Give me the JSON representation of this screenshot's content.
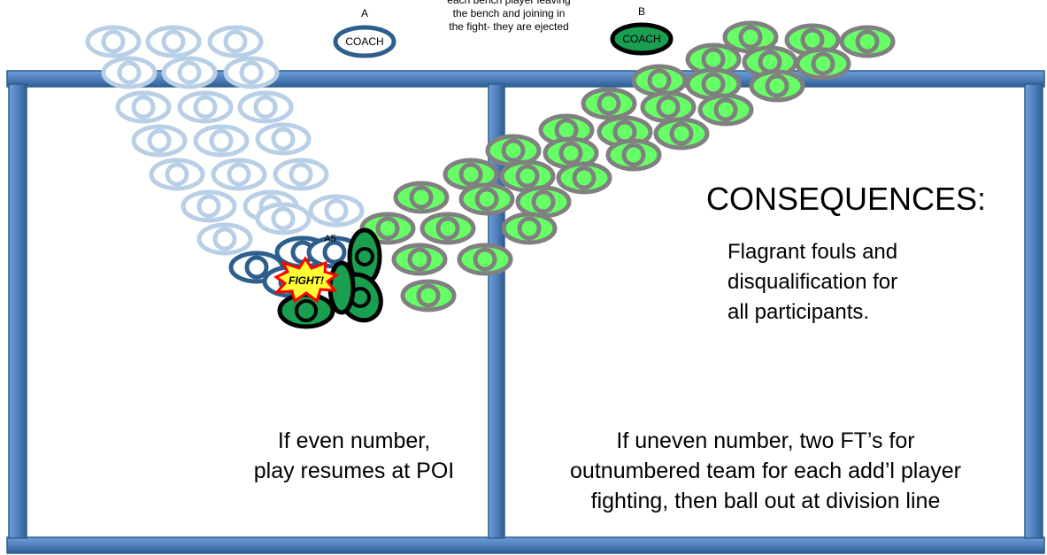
{
  "bench_note": "each bench player leaving\nthe bench and joining in\nthe fight- they are ejected",
  "team_a": {
    "label": "A",
    "coach": "COACH",
    "color": "#2e5f8c",
    "bench_color": "#b8cfe6"
  },
  "team_b": {
    "label": "B",
    "coach": "COACH",
    "color": "#000000",
    "player_fill": "#66ff66",
    "player_ring": "#808080"
  },
  "player_label": "A5",
  "fight_label": "FIGHT!",
  "consequences_title": "CONSEQUENCES:",
  "consequences_text": "Flagrant fouls and\ndisqualification for\nall participants.",
  "even_text": "If even number,\nplay resumes at POI",
  "uneven_text": "If uneven number, two FT’s for\noutnumbered team for each add’l player\nfighting, then ball out at division line",
  "court_color": "#4f81bd"
}
